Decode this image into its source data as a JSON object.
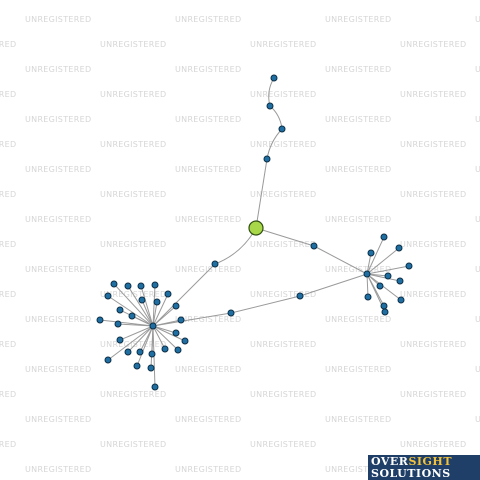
{
  "watermark": {
    "text": "UNREGISTERED"
  },
  "brand": {
    "line1_part_a": "OVER",
    "line1_part_b": "SIGHT",
    "line2": "SOLUTIONS"
  },
  "colors": {
    "center_node": "#a8d84a",
    "node": "#1f6fa3",
    "edge": "#9a9a9a",
    "logo_bg": "#1f3f69",
    "logo_accent": "#f2c23a"
  },
  "graph": {
    "nodes": [
      {
        "id": "center",
        "type": "center"
      },
      {
        "id": "t1"
      },
      {
        "id": "t2"
      },
      {
        "id": "t3"
      },
      {
        "id": "t4"
      },
      {
        "id": "m1"
      },
      {
        "id": "m2"
      },
      {
        "id": "m3"
      },
      {
        "id": "m4"
      },
      {
        "id": "hubR"
      },
      {
        "id": "r1"
      },
      {
        "id": "r2"
      },
      {
        "id": "r3"
      },
      {
        "id": "r4"
      },
      {
        "id": "r5"
      },
      {
        "id": "r6"
      },
      {
        "id": "r7"
      },
      {
        "id": "r8"
      },
      {
        "id": "r9"
      },
      {
        "id": "r10"
      },
      {
        "id": "r11"
      },
      {
        "id": "hubL"
      },
      {
        "id": "l1"
      },
      {
        "id": "l2"
      },
      {
        "id": "l3"
      },
      {
        "id": "l4"
      },
      {
        "id": "l5"
      },
      {
        "id": "l6"
      },
      {
        "id": "l7"
      },
      {
        "id": "l8"
      },
      {
        "id": "l9"
      },
      {
        "id": "l10"
      },
      {
        "id": "l11"
      },
      {
        "id": "l12"
      },
      {
        "id": "l13"
      },
      {
        "id": "l14"
      },
      {
        "id": "l15"
      },
      {
        "id": "l16"
      },
      {
        "id": "l17"
      },
      {
        "id": "l18"
      },
      {
        "id": "l19"
      },
      {
        "id": "l20"
      },
      {
        "id": "l21"
      },
      {
        "id": "l22"
      },
      {
        "id": "l23"
      },
      {
        "id": "l24"
      },
      {
        "id": "l25"
      },
      {
        "id": "l26"
      }
    ],
    "edges": [
      [
        "t1",
        "t2"
      ],
      [
        "t2",
        "t3"
      ],
      [
        "t3",
        "t4"
      ],
      [
        "t4",
        "center"
      ],
      [
        "center",
        "m1"
      ],
      [
        "m1",
        "hubL"
      ],
      [
        "center",
        "m2"
      ],
      [
        "m2",
        "hubR"
      ],
      [
        "hubL",
        "m3"
      ],
      [
        "m3",
        "m4"
      ],
      [
        "m4",
        "hubR"
      ],
      [
        "hubR",
        "r1"
      ],
      [
        "hubR",
        "r2"
      ],
      [
        "hubR",
        "r3"
      ],
      [
        "hubR",
        "r4"
      ],
      [
        "hubR",
        "r5"
      ],
      [
        "hubR",
        "r6"
      ],
      [
        "hubR",
        "r7"
      ],
      [
        "hubR",
        "r8"
      ],
      [
        "hubR",
        "r9"
      ],
      [
        "hubR",
        "r10"
      ],
      [
        "hubR",
        "r11"
      ],
      [
        "hubL",
        "l1"
      ],
      [
        "hubL",
        "l2"
      ],
      [
        "hubL",
        "l3"
      ],
      [
        "hubL",
        "l4"
      ],
      [
        "hubL",
        "l5"
      ],
      [
        "hubL",
        "l6"
      ],
      [
        "hubL",
        "l7"
      ],
      [
        "hubL",
        "l8"
      ],
      [
        "hubL",
        "l9"
      ],
      [
        "hubL",
        "l10"
      ],
      [
        "hubL",
        "l11"
      ],
      [
        "hubL",
        "l12"
      ],
      [
        "hubL",
        "l13"
      ],
      [
        "hubL",
        "l14"
      ],
      [
        "hubL",
        "l15"
      ],
      [
        "hubL",
        "l16"
      ],
      [
        "hubL",
        "l17"
      ],
      [
        "hubL",
        "l18"
      ],
      [
        "hubL",
        "l19"
      ],
      [
        "hubL",
        "l20"
      ],
      [
        "hubL",
        "l21"
      ],
      [
        "hubL",
        "l22"
      ],
      [
        "hubL",
        "l23"
      ],
      [
        "hubL",
        "l24"
      ],
      [
        "hubL",
        "l25"
      ],
      [
        "hubL",
        "l26"
      ]
    ]
  }
}
